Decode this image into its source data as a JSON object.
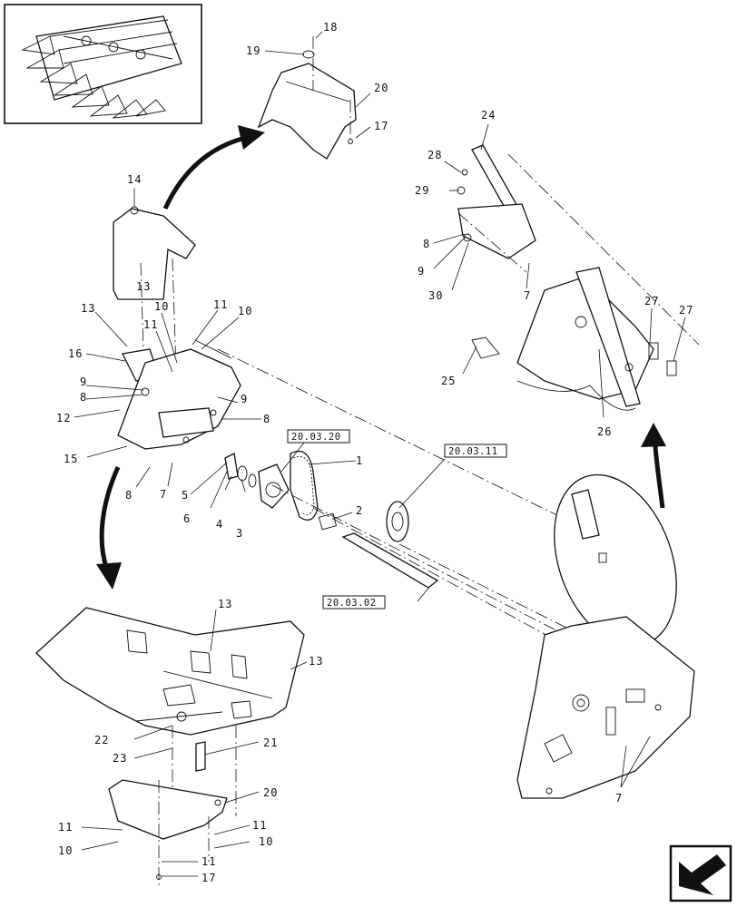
{
  "callouts": [
    "1",
    "2",
    "3",
    "4",
    "5",
    "6",
    "7",
    "8",
    "9",
    "10",
    "11",
    "12",
    "13",
    "14",
    "15",
    "16",
    "17",
    "18",
    "19",
    "20",
    "21",
    "22",
    "23",
    "24",
    "25",
    "26",
    "27",
    "28",
    "29",
    "30"
  ],
  "refs": [
    "20.03.20",
    "20.03.11",
    "20.03.02"
  ],
  "labels": {
    "c19": "19",
    "c18": "18",
    "c20a": "20",
    "c17a": "17",
    "c24": "24",
    "c28": "28",
    "c29": "29",
    "c8r": "8",
    "c9r": "9",
    "c30": "30",
    "c7r": "7",
    "c27a": "27",
    "c27b": "27",
    "c25": "25",
    "c26": "26",
    "c14": "14",
    "c13a": "13",
    "c13b": "13",
    "c16": "16",
    "c9a": "9",
    "c8a": "8",
    "c12": "12",
    "c10a": "10",
    "c11a": "11",
    "c11b": "11",
    "c10b": "10",
    "c9b": "9",
    "c8b": "8",
    "c15": "15",
    "c8c": "8",
    "c7a": "7",
    "c5": "5",
    "c6": "6",
    "c4": "4",
    "c3": "3",
    "c1": "1",
    "c2": "2",
    "c13c": "13",
    "c13d": "13",
    "c22": "22",
    "c23": "23",
    "c21": "21",
    "c20b": "20",
    "c11c": "11",
    "c10c": "10",
    "c11d": "11",
    "c10d": "10",
    "c11e": "11",
    "c17b": "17",
    "c7b": "7",
    "ref1": "20.03.20",
    "ref2": "20.03.11",
    "ref3": "20.03.02"
  }
}
